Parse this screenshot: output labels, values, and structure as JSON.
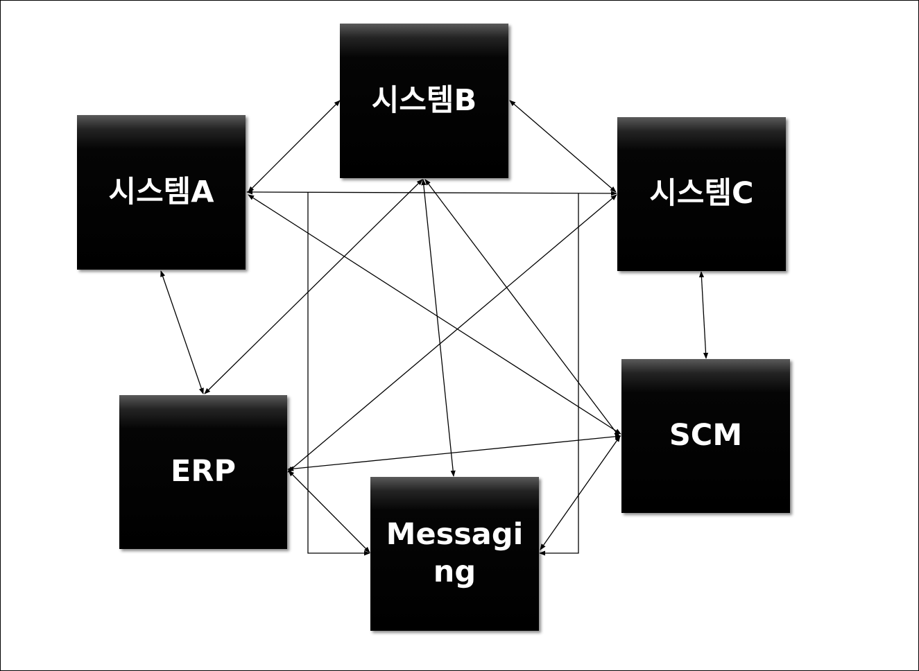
{
  "nodes": {
    "system_a": "시스템A",
    "system_b": "시스템B",
    "system_c": "시스템C",
    "erp": "ERP",
    "scm": "SCM",
    "messaging": "Messaging"
  },
  "colors": {
    "node_fill": "#000000",
    "node_text": "#ffffff",
    "connector": "#000000"
  }
}
